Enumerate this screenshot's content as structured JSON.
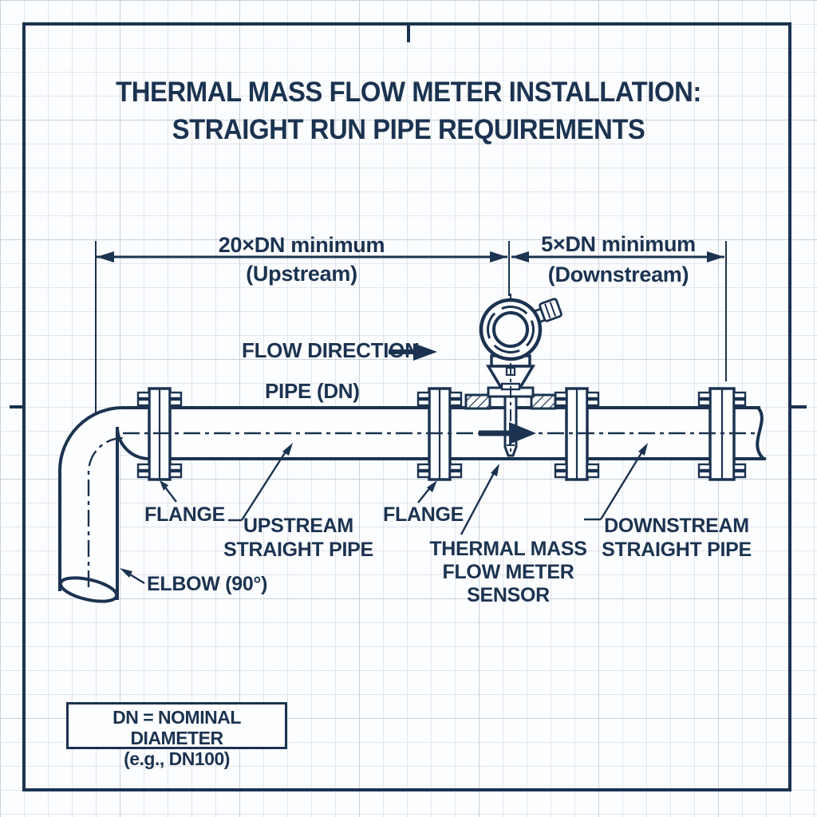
{
  "title": {
    "line1": "THERMAL MASS FLOW METER INSTALLATION:",
    "line2": "STRAIGHT RUN PIPE REQUIREMENTS"
  },
  "dimensions": {
    "upstream": {
      "value": "20×DN minimum",
      "zone": "(Upstream)"
    },
    "downstream": {
      "value": "5×DN minimum",
      "zone": "(Downstream)"
    }
  },
  "labels": {
    "flow_direction": "FLOW DIRECTION",
    "pipe": "PIPE (DN)",
    "flange_left": "FLANGE",
    "flange_mid": "FLANGE",
    "upstream_line1": "UPSTREAM",
    "upstream_line2": "STRAIGHT PIPE",
    "sensor_line1": "THERMAL MASS",
    "sensor_line2": "FLOW METER",
    "sensor_line3": "SENSOR",
    "downstream_line1": "DOWNSTREAM",
    "downstream_line2": "STRAIGHT PIPE",
    "elbow": "ELBOW (90°)"
  },
  "legend": {
    "line1": "DN = NOMINAL DIAMETER",
    "line2": "(e.g., DN100)"
  },
  "colors": {
    "ink": "#1b3350",
    "paper": "#fcfdff",
    "grid_minor": "#e1e5ea",
    "grid_major": "#c9d0d8"
  }
}
